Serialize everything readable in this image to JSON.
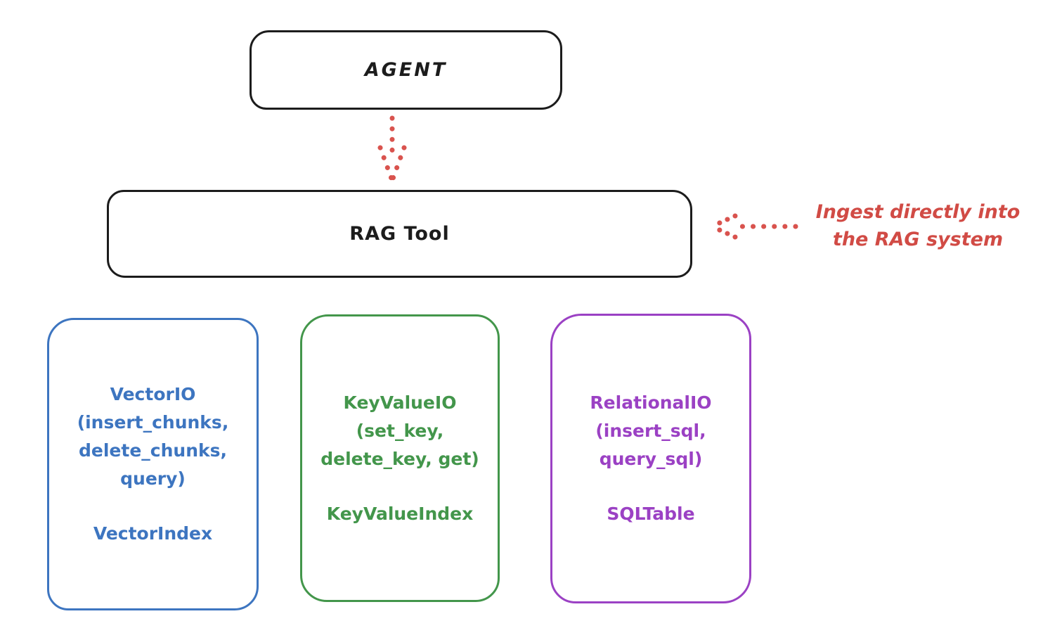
{
  "diagram": {
    "agent": {
      "label": "AGENT"
    },
    "rag_tool": {
      "label": "RAG Tool"
    },
    "annotation": {
      "line1": "Ingest directly into",
      "line2": "the RAG system"
    },
    "storage_boxes": [
      {
        "name": "vector-io",
        "color": "#3d75c0",
        "title_lines": [
          "VectorIO",
          "(insert_chunks,",
          "delete_chunks,",
          "query)"
        ],
        "index_label": "VectorIndex"
      },
      {
        "name": "key-value-io",
        "color": "#43964b",
        "title_lines": [
          "KeyValueIO",
          "(set_key,",
          "delete_key, get)"
        ],
        "index_label": "KeyValueIndex"
      },
      {
        "name": "relational-io",
        "color": "#9b41c4",
        "title_lines": [
          "RelationalIO",
          "(insert_sql,",
          "query_sql)"
        ],
        "index_label": "SQLTable"
      }
    ],
    "colors": {
      "ink": "#1c1c1c",
      "accent_red": "#d14b45",
      "accent_blue": "#3d75c0",
      "accent_green": "#43964b",
      "accent_purple": "#9b41c4"
    }
  }
}
